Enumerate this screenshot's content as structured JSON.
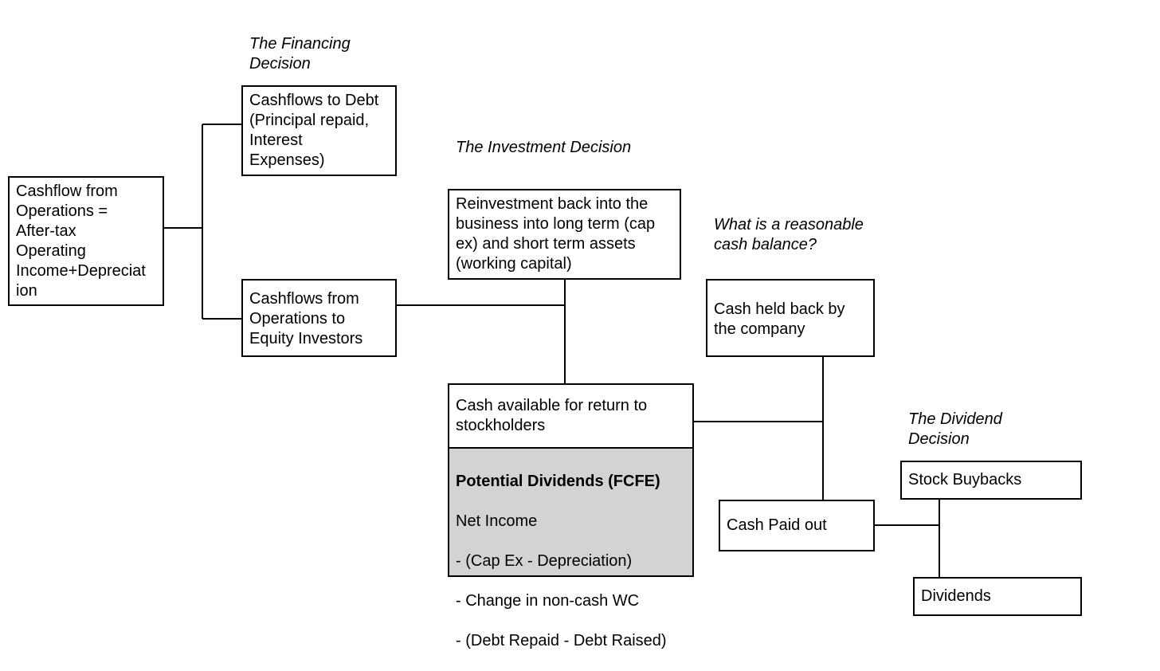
{
  "labels": {
    "financing_decision": "The Financing\nDecision",
    "investment_decision": "The Investment Decision",
    "cash_balance_question": "What is a reasonable\ncash balance?",
    "dividend_decision": "The Dividend\nDecision"
  },
  "boxes": {
    "cashflow_from_operations": "Cashflow from\nOperations =\nAfter-tax\nOperating\nIncome+Depreciat\nion",
    "cashflows_to_debt": "Cashflows to Debt\n(Principal repaid,\nInterest\nExpenses)",
    "cashflows_to_equity": "Cashflows from\nOperations to\nEquity Investors",
    "reinvestment": "Reinvestment back into the\nbusiness into long term (cap\nex) and short term assets\n(working capital)",
    "cash_held_back": "Cash held back by\nthe company",
    "cash_available": "Cash available for return to\nstockholders",
    "cash_paid_out": "Cash Paid out",
    "stock_buybacks": "Stock Buybacks",
    "dividends": "Dividends"
  },
  "fcfe": {
    "title": "Potential Dividends (FCFE)",
    "lines": [
      "Net Income",
      "- (Cap Ex - Depreciation)",
      "- Change in non-cash WC",
      "- (Debt Repaid - Debt Raised)"
    ]
  }
}
